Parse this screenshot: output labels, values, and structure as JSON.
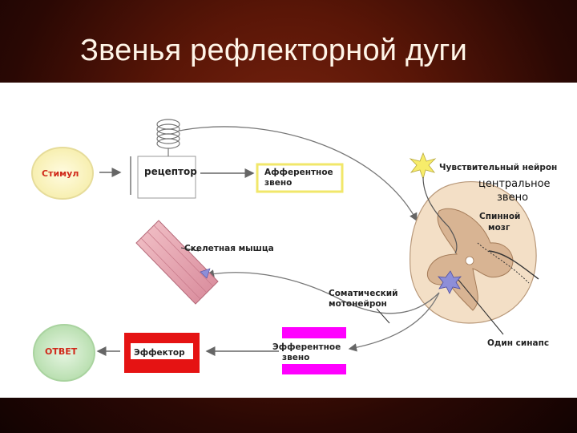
{
  "slide": {
    "title": "Звенья рефлекторной дуги"
  },
  "labels": {
    "stimul": "Стимул",
    "receptor": "рецептор",
    "afferent_1": "Афферентное",
    "afferent_2": "звено",
    "sensory_neuron": "Чувствительный нейрон",
    "central_1": "центральное",
    "central_2": "звено",
    "spinal_1": "Спинной",
    "spinal_2": "мозг",
    "skeletal_muscle": "Скелетная мышца",
    "somatic_1": "Соматический",
    "somatic_2": "мотонейрон",
    "response": "ОТВЕТ",
    "effector": "Эффектор",
    "efferent_1": "Эфферентное",
    "efferent_2": "звено",
    "one_synapse": "Один синапс"
  },
  "colors": {
    "stimul_circle": "#fdf6c9",
    "stimul_text": "#d0291a",
    "response_circle": "#cfe9c8",
    "response_text": "#d0291a",
    "afferent_border": "#f1e76a",
    "efferent_fill": "#ff00ff",
    "effector_fill": "#e51313",
    "spinal_outer": "#f1dcc0",
    "spinal_inner": "#d7b18f",
    "muscle": "#e6a3ad"
  }
}
